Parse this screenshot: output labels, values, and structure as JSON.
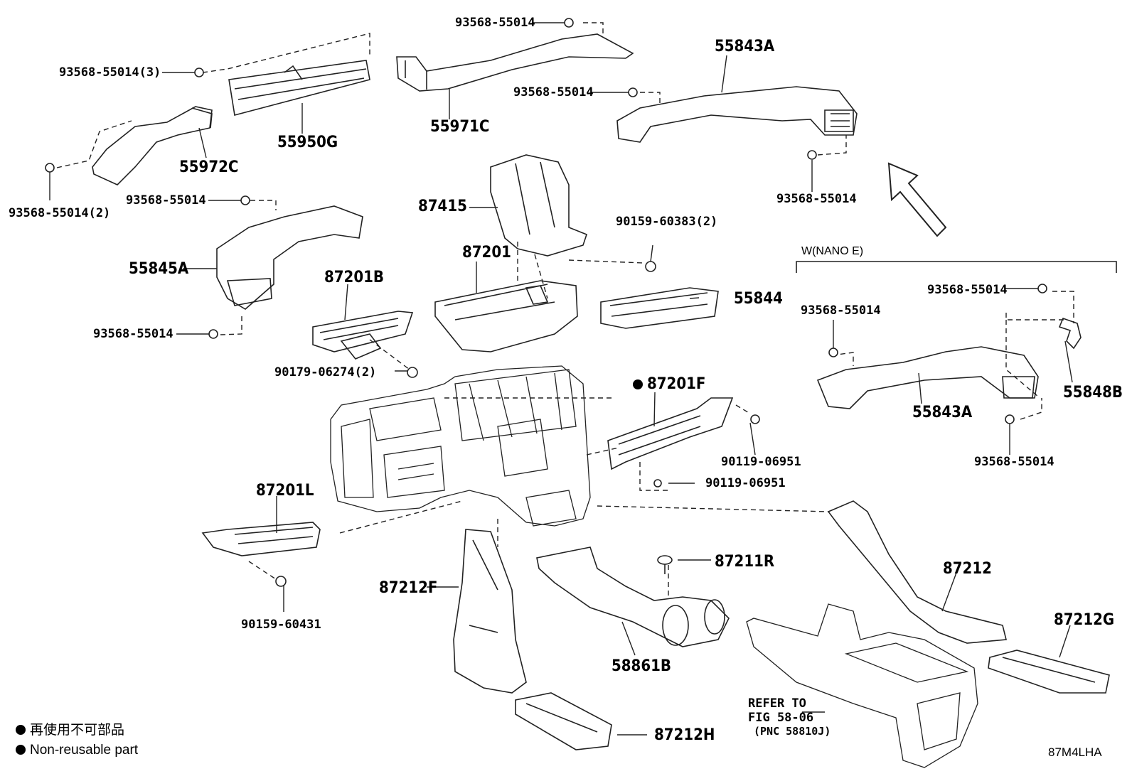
{
  "parts": {
    "p55950G": "55950G",
    "p55971C": "55971C",
    "p55843A_top": "55843A",
    "p55972C": "55972C",
    "p87415": "87415",
    "p87201": "87201",
    "p55845A": "55845A",
    "p87201B": "87201B",
    "p55844": "55844",
    "p87201F": "87201F",
    "p87201L": "87201L",
    "p87212F": "87212F",
    "p87211R": "87211R",
    "p58861B": "58861B",
    "p87212": "87212",
    "p87212G": "87212G",
    "p87212H": "87212H",
    "p55843A_nano": "55843A",
    "p55848B": "55848B"
  },
  "fasteners": {
    "f_top_center": "93568-55014",
    "f_left_3": "93568-55014(3)",
    "f_right_mid": "93568-55014",
    "f_right_bottom": "93568-55014",
    "f_left_2": "93568-55014(2)",
    "f_left_mid": "93568-55014",
    "f_90159_60383": "90159-60383(2)",
    "f_left_low": "93568-55014",
    "f_90179": "90179-06274(2)",
    "f_90119_a": "90119-06951",
    "f_90119_b": "90119-06951",
    "f_90159_60431": "90159-60431",
    "f_nano_top": "93568-55014",
    "f_nano_left": "93568-55014",
    "f_nano_bottom": "93568-55014"
  },
  "variant_label": "W(NANO E)",
  "refer": {
    "line1": "REFER TO",
    "line2": "FIG 58-06",
    "line3": "(PNC 58810J)"
  },
  "legend": {
    "jp": "再使用不可部品",
    "en": "Non-reusable part"
  },
  "code": "87M4LHA",
  "non_reusable_mark": "●"
}
